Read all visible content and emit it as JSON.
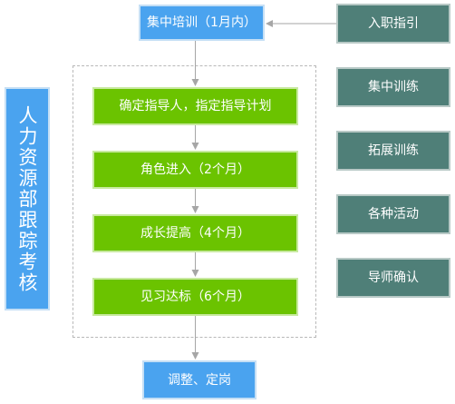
{
  "left_panel": {
    "title": "人力资源部跟踪考核"
  },
  "main_flow": {
    "top_box": "集中培训（1月内）",
    "steps": [
      "确定指导人，指定指导计划",
      "角色进入（2个月）",
      "成长提高（4个月）",
      "见习达标（6个月）"
    ],
    "bottom_box": "调整、定岗"
  },
  "right_panel": {
    "items": [
      "入职指引",
      "集中训练",
      "拓展训练",
      "各种活动",
      "导师确认"
    ]
  },
  "colors": {
    "blue": "#4aa3ef",
    "green": "#6bc300",
    "teal": "#4f7f78",
    "connector": "#a6a6a6"
  }
}
